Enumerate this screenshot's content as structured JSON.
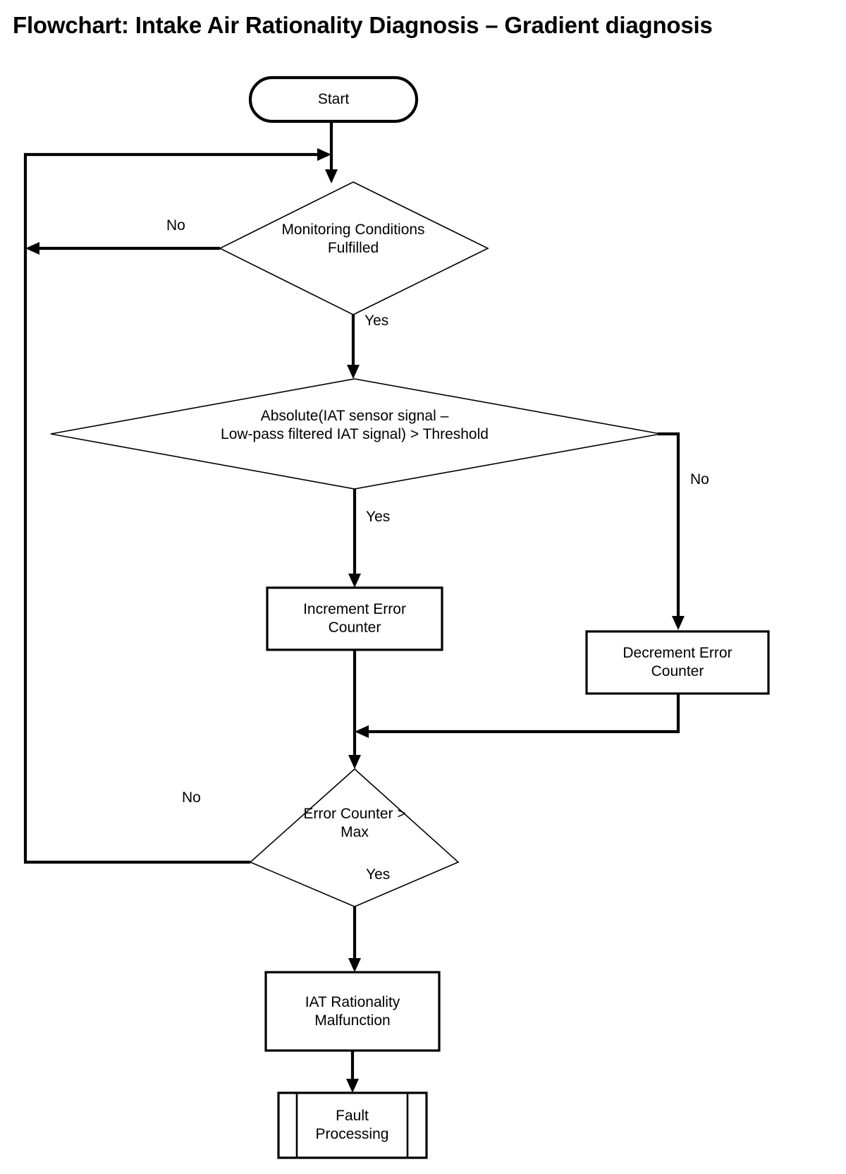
{
  "title": "Flowchart: Intake Air Rationality Diagnosis – Gradient diagnosis",
  "colors": {
    "background": "#ffffff",
    "stroke": "#000000",
    "text": "#000000"
  },
  "nodes": {
    "start": {
      "label": "Start",
      "shape": "terminator"
    },
    "monitoring": {
      "label": "Monitoring Conditions\nFulfilled",
      "shape": "decision"
    },
    "gradient": {
      "label": "Absolute(IAT sensor signal –\nLow-pass filtered IAT signal) > Threshold",
      "shape": "decision"
    },
    "increment": {
      "label": "Increment Error\nCounter",
      "shape": "process"
    },
    "decrement": {
      "label": "Decrement Error\nCounter",
      "shape": "process"
    },
    "counter_max": {
      "label": "Error Counter >\nMax",
      "shape": "decision"
    },
    "malfunction": {
      "label": "IAT Rationality\nMalfunction",
      "shape": "process"
    },
    "fault": {
      "label": "Fault\nProcessing",
      "shape": "predefined-process"
    }
  },
  "edge_labels": {
    "monitoring_no": "No",
    "monitoring_yes": "Yes",
    "gradient_no": "No",
    "gradient_yes": "Yes",
    "counter_no": "No",
    "counter_yes": "Yes"
  }
}
